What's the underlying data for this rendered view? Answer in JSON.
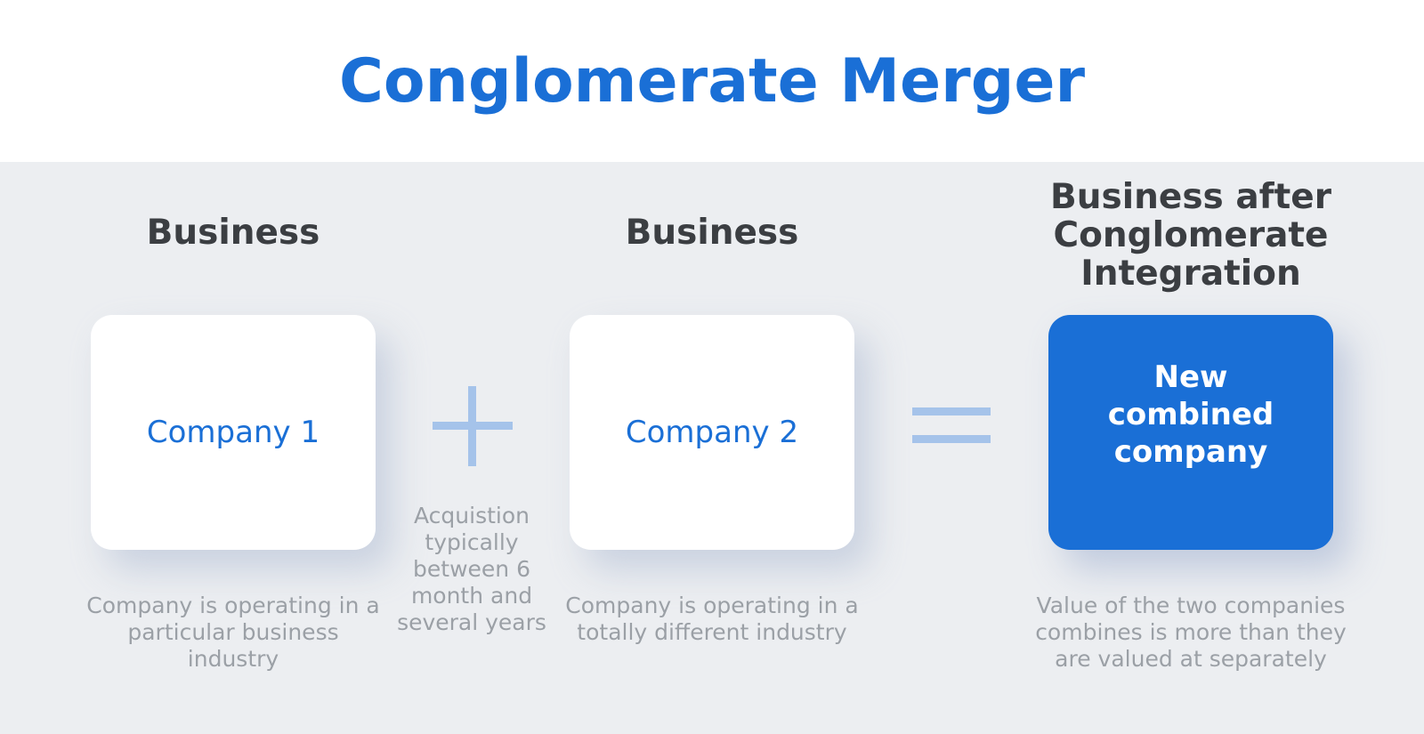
{
  "title": "Conglomerate Merger",
  "columns": [
    {
      "heading": "Business",
      "card_label": "Company 1",
      "caption": "Company is operating in a particular business industry"
    },
    {
      "heading": "Business",
      "card_label": "Company 2",
      "caption": "Company is operating in a totally different industry"
    },
    {
      "heading": "Business after Conglomerate Integration",
      "card_label": "New combined company",
      "caption": "Value of the two companies combines is more than they are valued at separately"
    }
  ],
  "acquisition_note": "Acquistion typically between 6 month and several years",
  "colors": {
    "accent": "#1a6fd6",
    "heading": "#3b3e42",
    "caption": "#9ba0a6",
    "panel": "#eceef1",
    "operator": "#a5c3ea"
  },
  "icons": {
    "plus": "plus-icon",
    "equals": "equals-icon"
  }
}
